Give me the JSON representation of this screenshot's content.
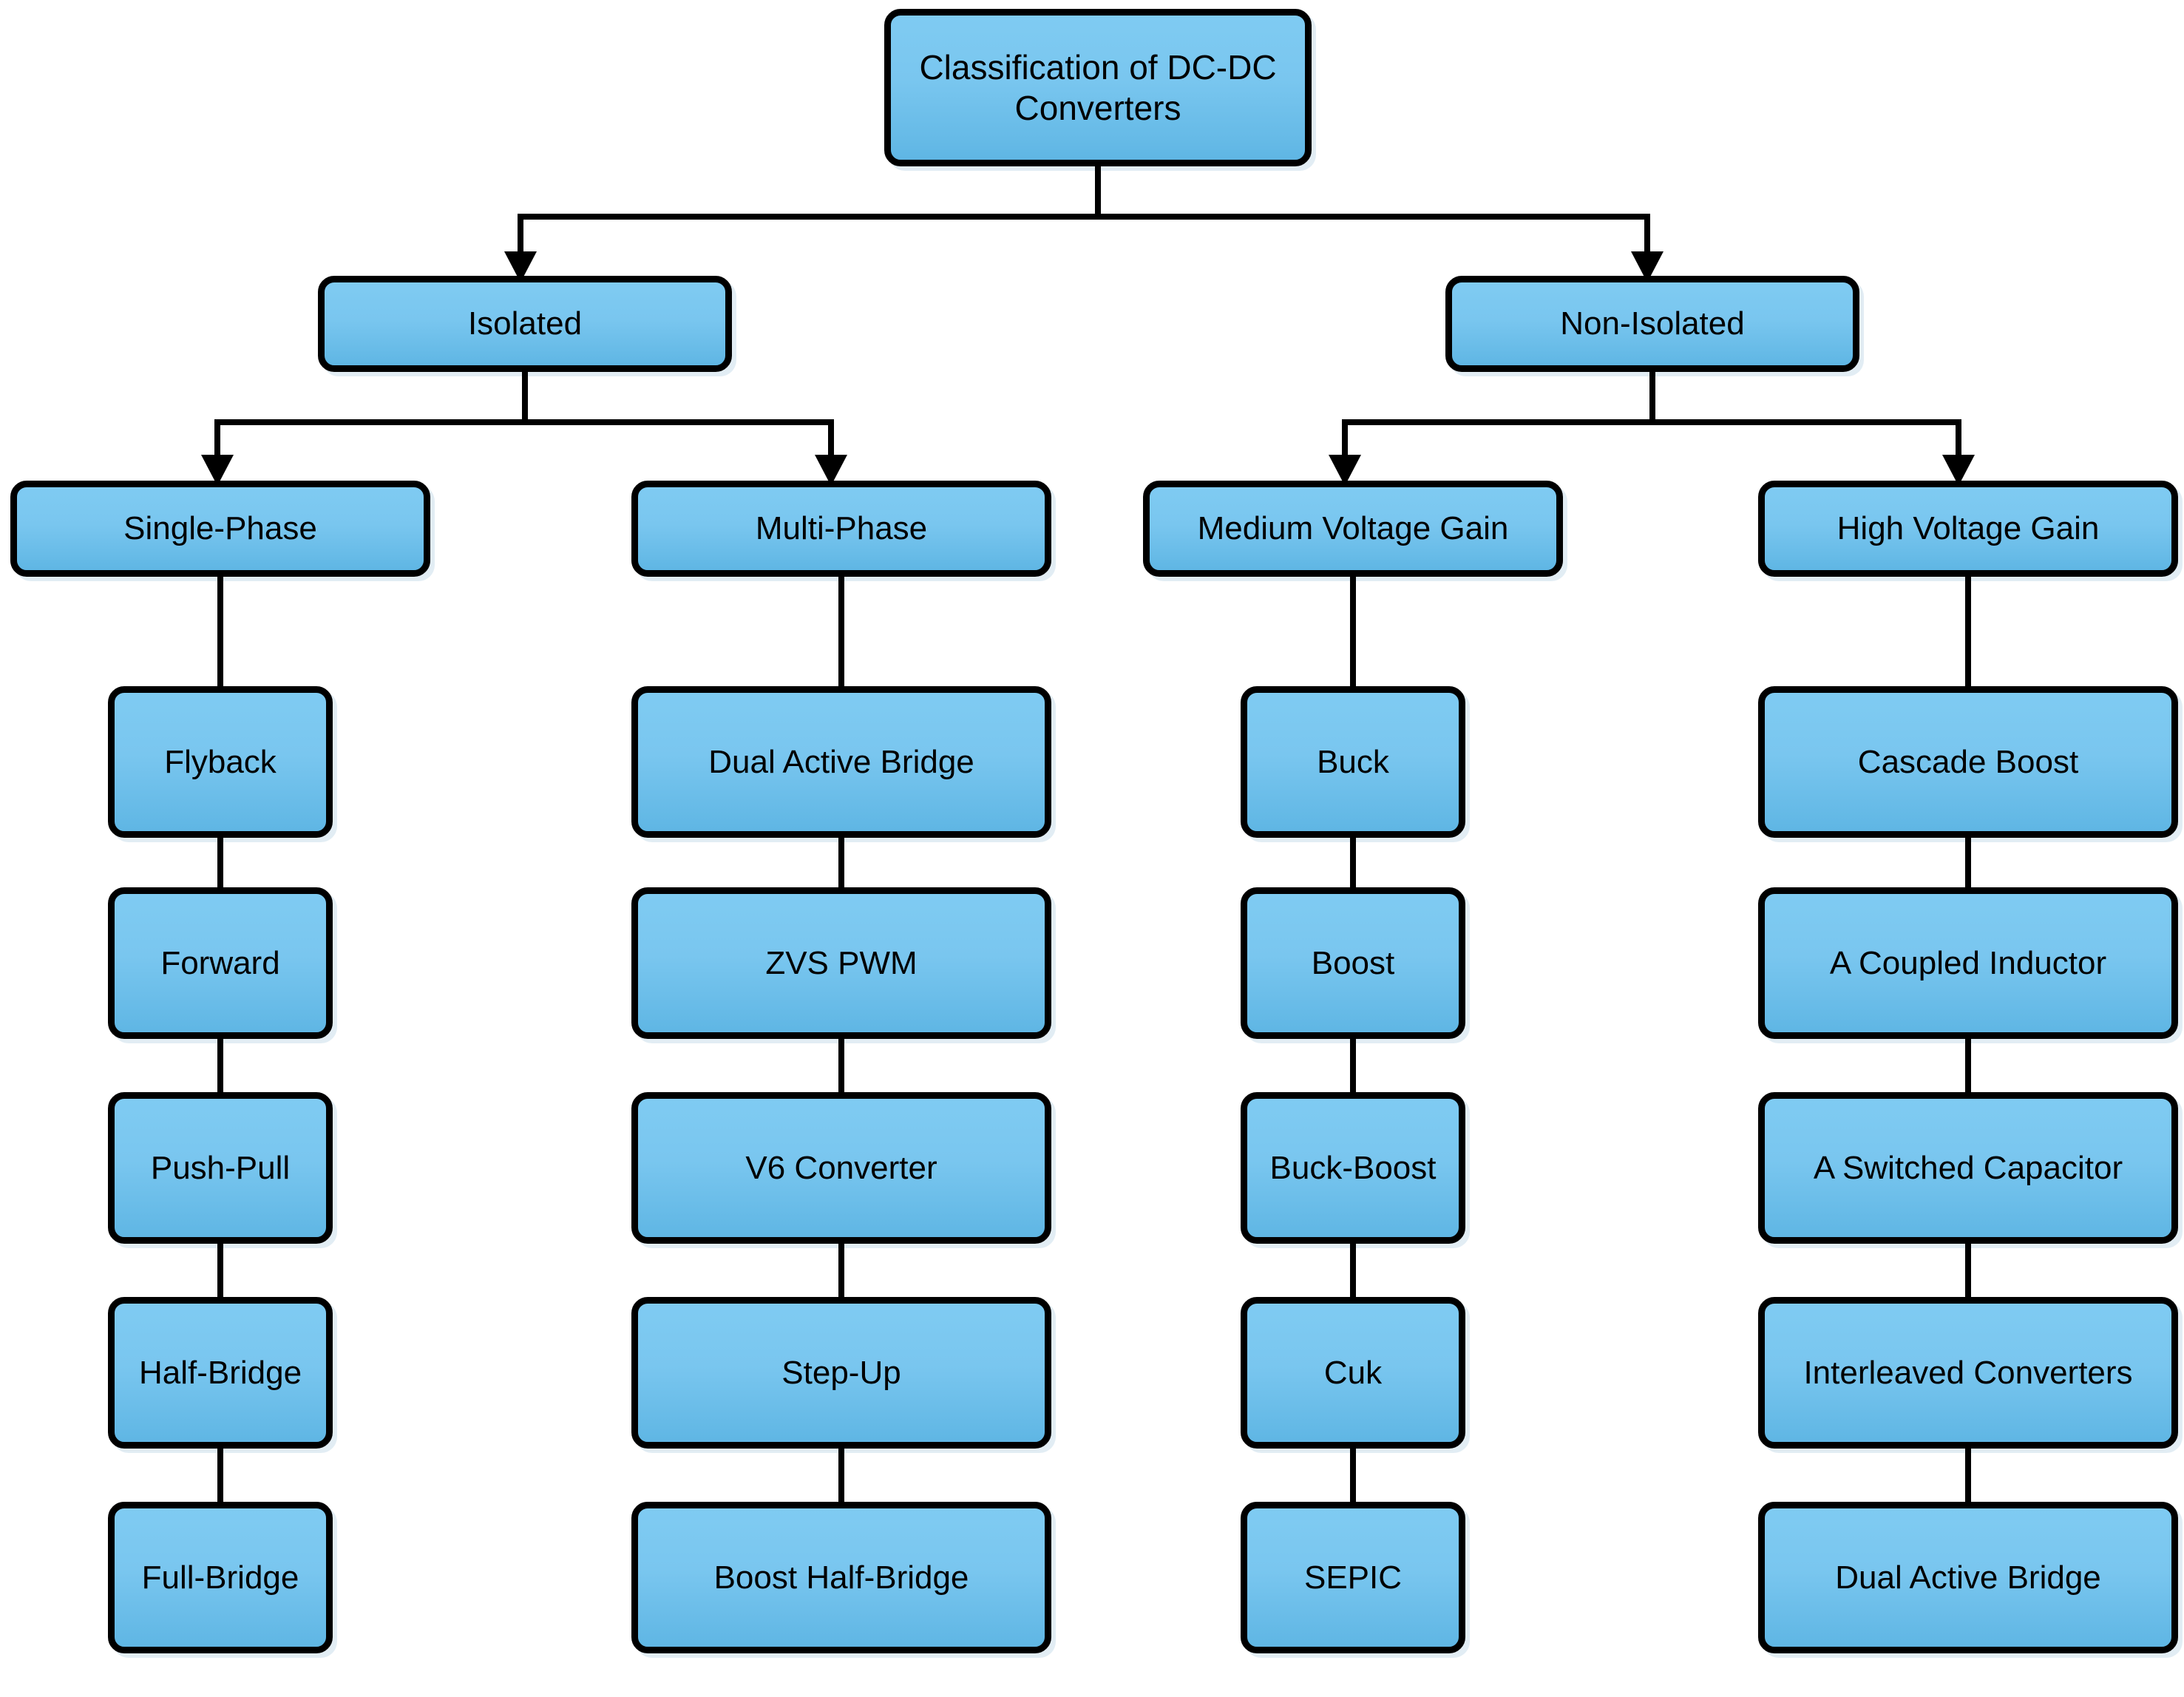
{
  "diagram": {
    "title": "Classification of DC-DC Converters",
    "type": "tree-hierarchy",
    "root": {
      "label": "Classification of DC-DC Converters"
    },
    "level1": [
      {
        "label": "Isolated"
      },
      {
        "label": "Non-Isolated"
      }
    ],
    "level2": [
      {
        "label": "Single-Phase",
        "parent": "Isolated"
      },
      {
        "label": "Multi-Phase",
        "parent": "Isolated"
      },
      {
        "label": "Medium Voltage Gain",
        "parent": "Non-Isolated"
      },
      {
        "label": "High Voltage Gain",
        "parent": "Non-Isolated"
      }
    ],
    "columns": [
      {
        "header": "Single-Phase",
        "items": [
          {
            "label": "Flyback"
          },
          {
            "label": "Forward"
          },
          {
            "label": "Push-Pull"
          },
          {
            "label": "Half-Bridge"
          },
          {
            "label": "Full-Bridge"
          }
        ]
      },
      {
        "header": "Multi-Phase",
        "items": [
          {
            "label": "Dual Active Bridge"
          },
          {
            "label": "ZVS PWM"
          },
          {
            "label": "V6 Converter"
          },
          {
            "label": "Step-Up"
          },
          {
            "label": "Boost Half-Bridge"
          }
        ]
      },
      {
        "header": "Medium Voltage Gain",
        "items": [
          {
            "label": "Buck"
          },
          {
            "label": "Boost"
          },
          {
            "label": "Buck-Boost"
          },
          {
            "label": "Cuk"
          },
          {
            "label": "SEPIC"
          }
        ]
      },
      {
        "header": "High Voltage Gain",
        "items": [
          {
            "label": "Cascade Boost"
          },
          {
            "label": "A Coupled Inductor"
          },
          {
            "label": "A Switched Capacitor"
          },
          {
            "label": "Interleaved Converters"
          },
          {
            "label": "Dual Active Bridge"
          }
        ]
      }
    ],
    "colors": {
      "node_fill_top": "#7FCBF2",
      "node_fill_bottom": "#5FB6E4",
      "node_border": "#000000",
      "text": "#000000",
      "connector": "#000000",
      "background": "#FFFFFF"
    }
  }
}
